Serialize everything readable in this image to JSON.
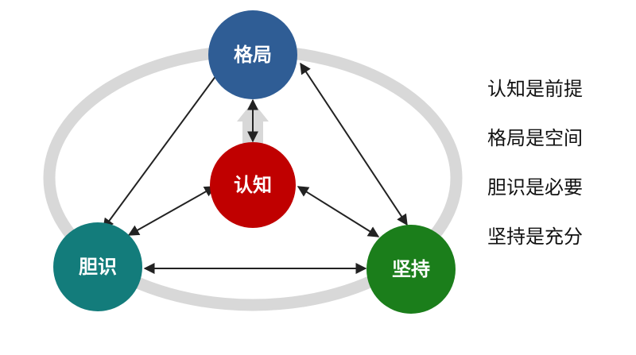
{
  "nodes": {
    "top": {
      "label": "格局",
      "color": "#2F5D95"
    },
    "center": {
      "label": "认知",
      "color": "#C00000"
    },
    "left": {
      "label": "胆识",
      "color": "#137C7B"
    },
    "right": {
      "label": "坚持",
      "color": "#1B7E1B"
    }
  },
  "statements": [
    "认知是前提",
    "格局是空间",
    "胆识是必要",
    "坚持是充分"
  ],
  "colors": {
    "ring": "#D8D8D8",
    "arrow": "#222222",
    "text": "#111111"
  }
}
